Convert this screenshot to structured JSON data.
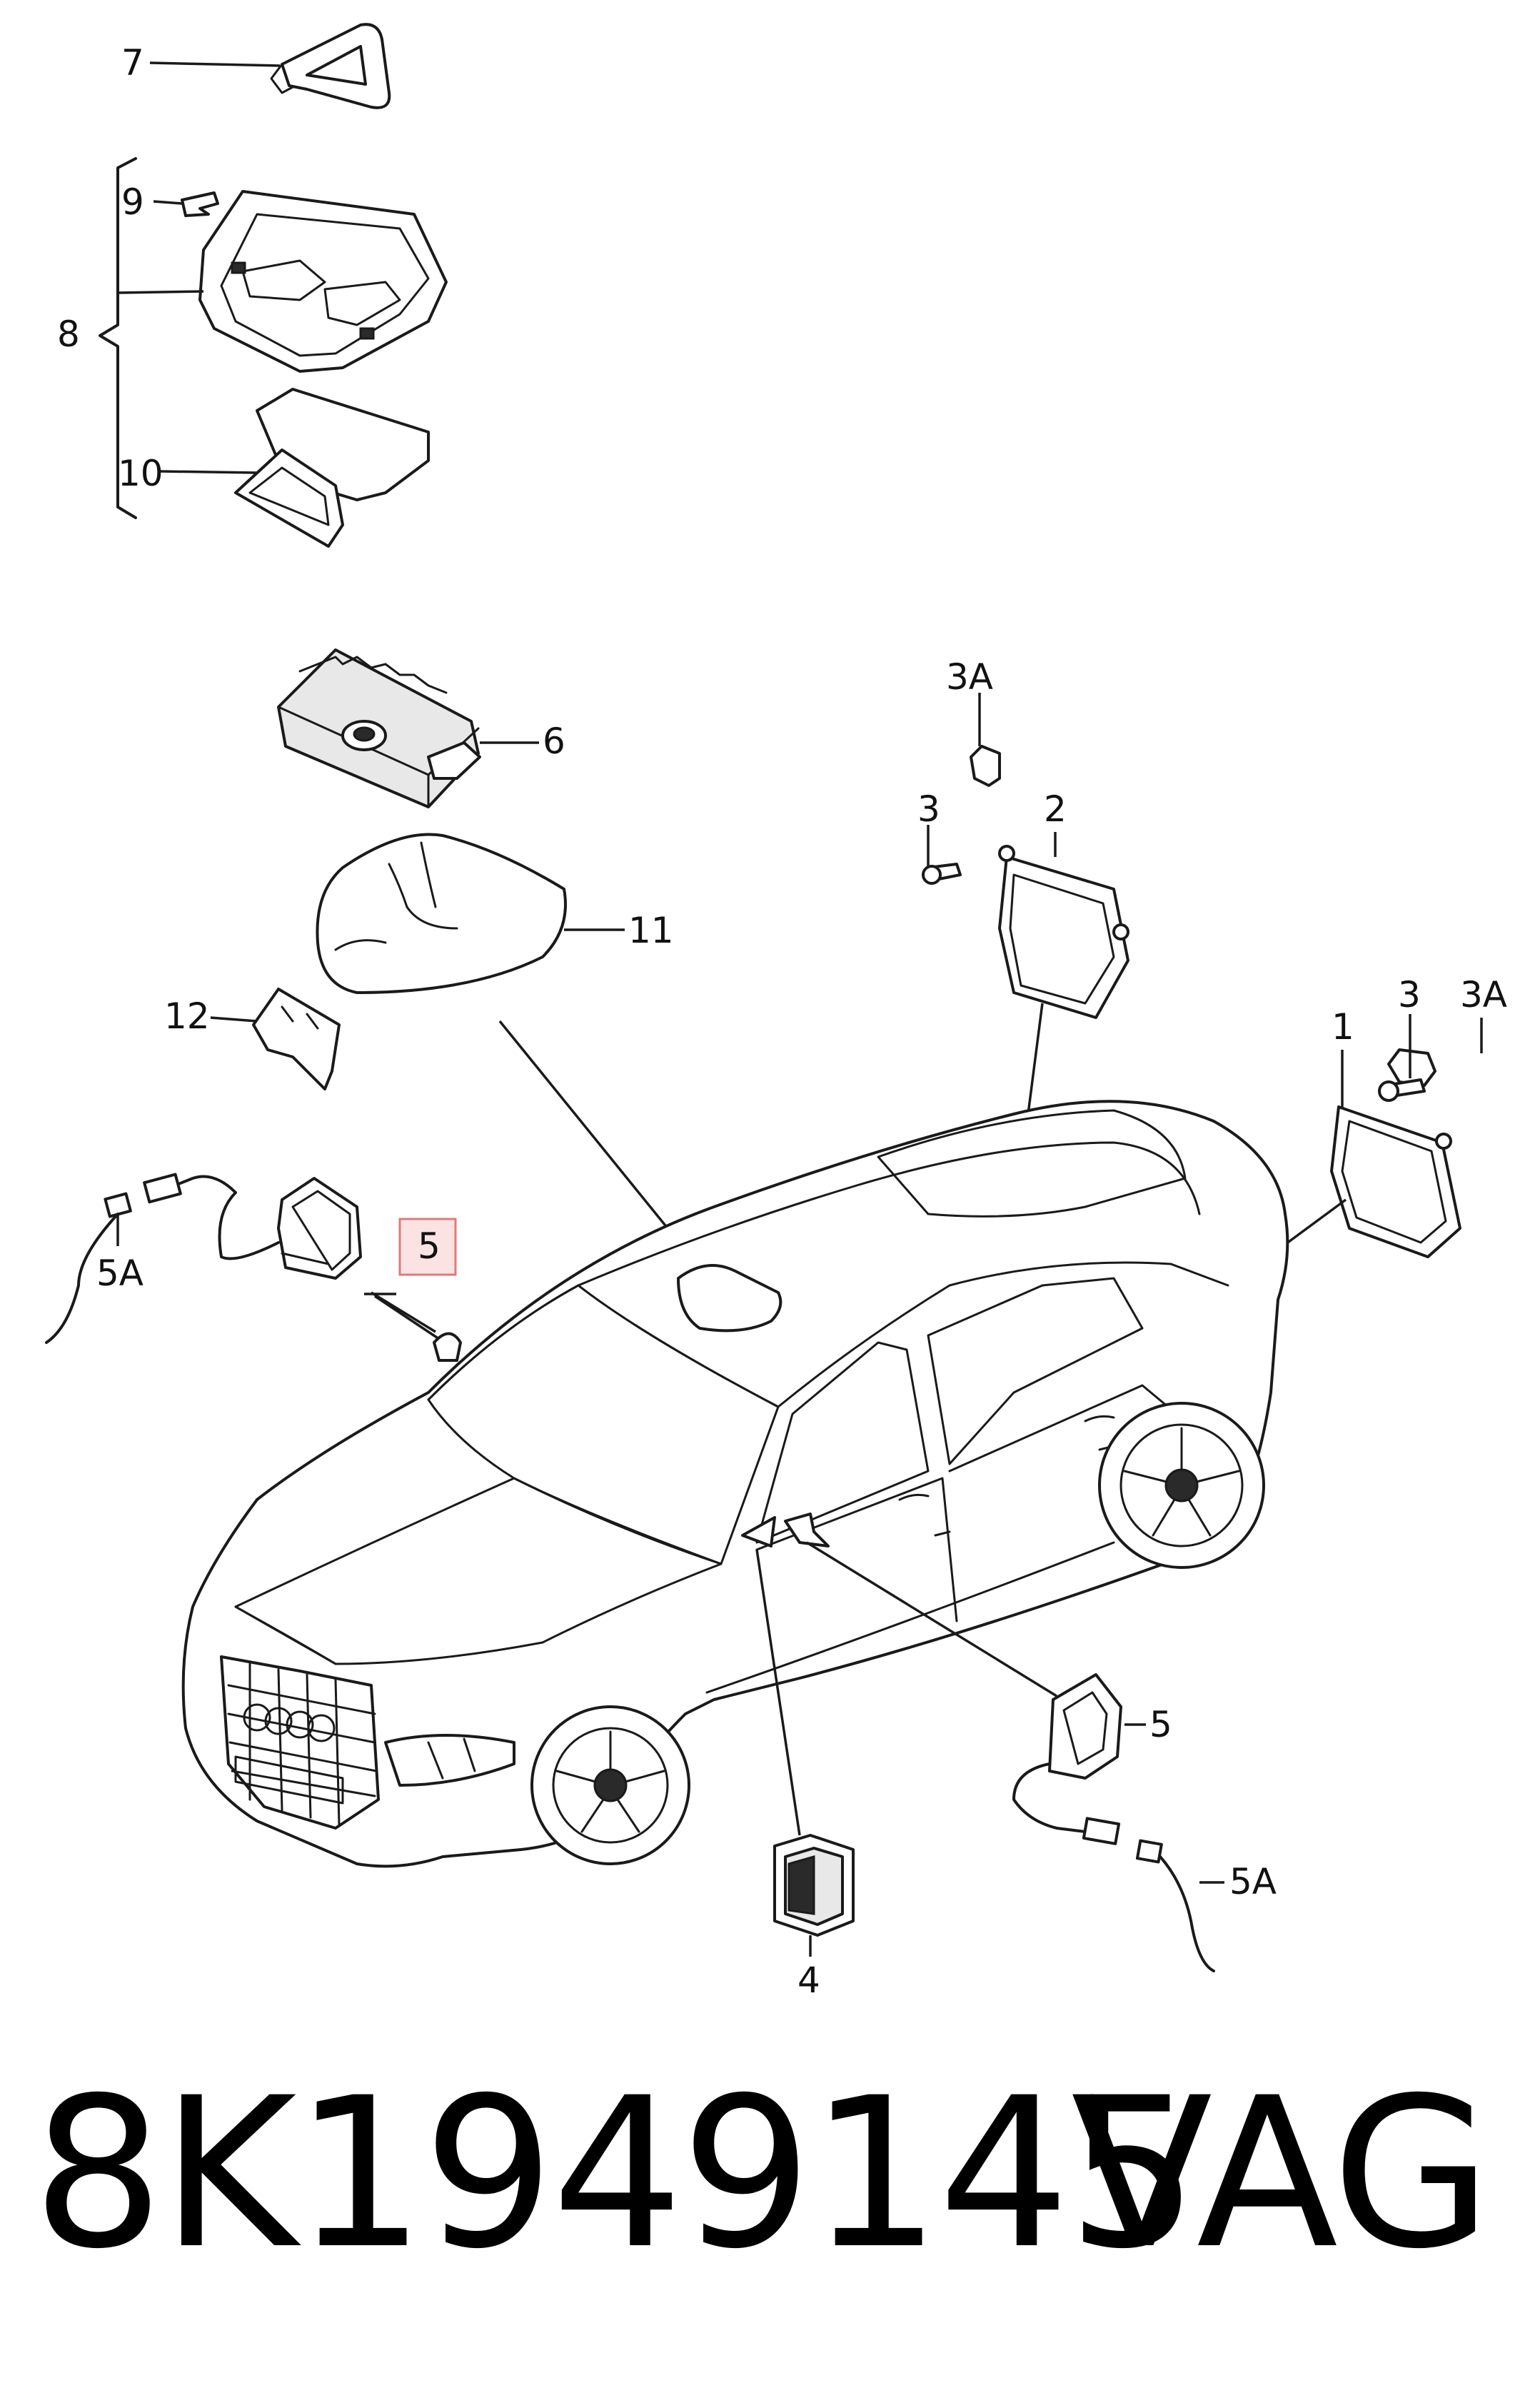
{
  "callouts": {
    "c7": "7",
    "c9": "9",
    "c8": "8",
    "c10": "10",
    "c6": "6",
    "c11": "11",
    "c12": "12",
    "c3a_top": "3A",
    "c3_top": "3",
    "c2": "2",
    "c3_right": "3",
    "c3a_right": "3A",
    "c1": "1",
    "c5_highlight": "5",
    "c5a_left": "5A",
    "c5_right": "5",
    "c5a_right": "5A",
    "c4": "4"
  },
  "footer": {
    "part_number": "8K1949145",
    "brand": "VAG"
  },
  "colors": {
    "line": "#1a1a1a",
    "highlight_fill": "#fbe3e3",
    "highlight_stroke": "#e07a7a"
  }
}
